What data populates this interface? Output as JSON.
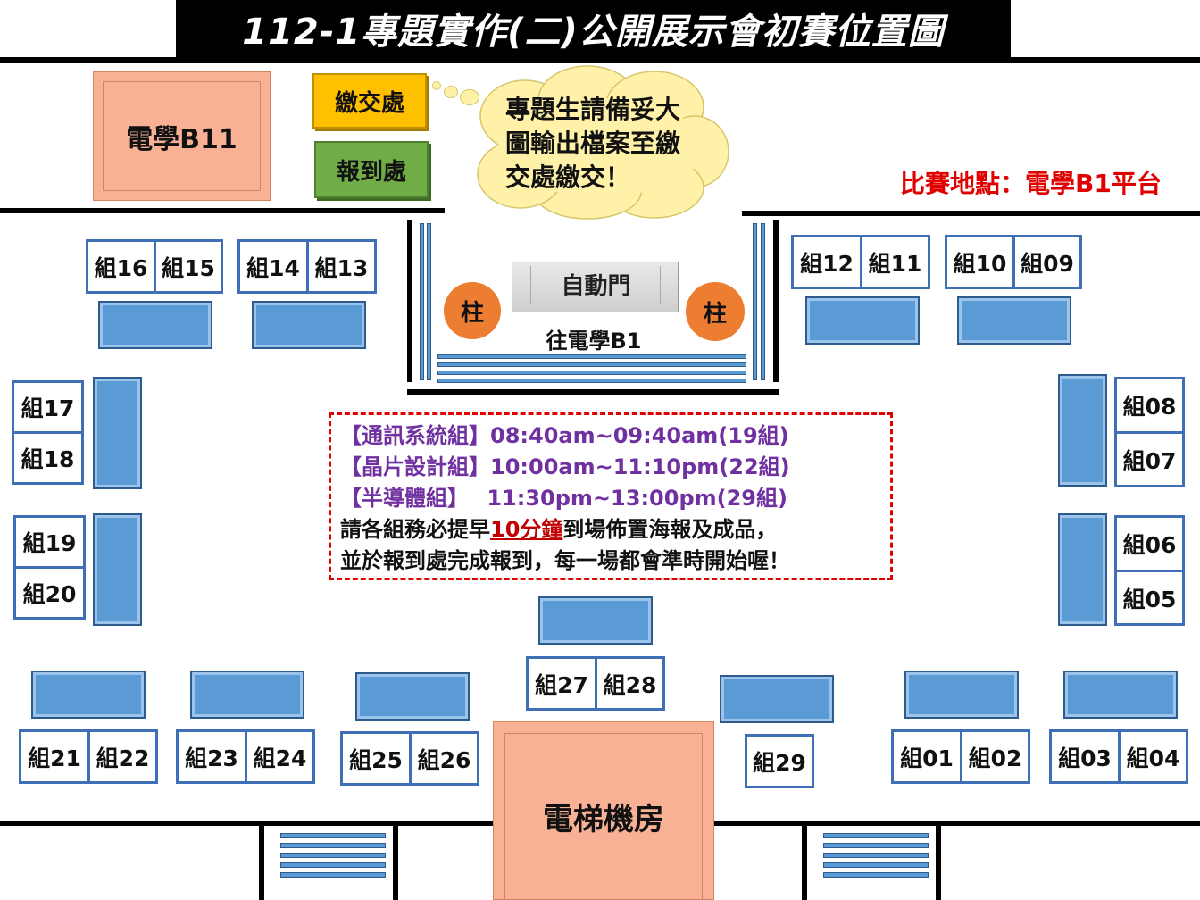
{
  "title": "112-1專題實作(二)公開展示會初賽位置圖",
  "rooms": {
    "b11": "電學B11",
    "elevator": "電梯機房"
  },
  "booths": {
    "payment": "繳交處",
    "checkin": "報到處"
  },
  "cloud": {
    "lines": [
      "專題生請備妥大",
      "圖輸出檔案至繳",
      "交處繳交！"
    ]
  },
  "venue": "比賽地點：電學B1平台",
  "entrance": {
    "door": "自動門",
    "direction": "往電學B1",
    "pillar": "柱"
  },
  "schedule": {
    "lines": [
      "【通訊系統組】08:40am~09:40am(19組)",
      "【晶片設計組】10:00am~11:10pm(22組)",
      "【半導體組】　 11:30pm~13:00pm(29組)"
    ],
    "notice_prefix": "請各組務必提早",
    "notice_emph": "10分鐘",
    "notice_suffix": "到場佈置海報及成品，",
    "notice_line2": "並於報到處完成報到，每一場都會準時開始喔！"
  },
  "groups": {
    "g01": "組01",
    "g02": "組02",
    "g03": "組03",
    "g04": "組04",
    "g05": "組05",
    "g06": "組06",
    "g07": "組07",
    "g08": "組08",
    "g09": "組09",
    "g10": "組10",
    "g11": "組11",
    "g12": "組12",
    "g13": "組13",
    "g14": "組14",
    "g15": "組15",
    "g16": "組16",
    "g17": "組17",
    "g18": "組18",
    "g19": "組19",
    "g20": "組20",
    "g21": "組21",
    "g22": "組22",
    "g23": "組23",
    "g24": "組24",
    "g25": "組25",
    "g26": "組26",
    "g27": "組27",
    "g28": "組28",
    "g29": "組29"
  },
  "colors": {
    "table_blue": "#5b9bd5",
    "box_border": "#3f6fb6",
    "room_orange": "#f8b194",
    "payment_yellow": "#ffc000",
    "checkin_green": "#70ad47",
    "pillar_orange": "#ed7d31",
    "venue_red": "#e00000",
    "schedule_purple": "#7030a0",
    "dash_red": "#e00000"
  }
}
